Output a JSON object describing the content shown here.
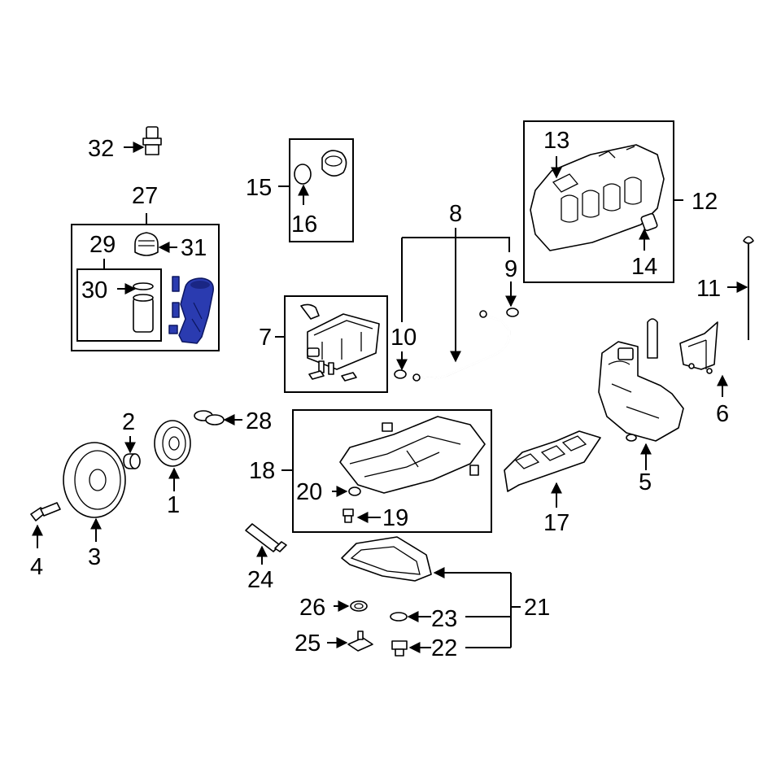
{
  "title": "",
  "callouts": {
    "c1": "1",
    "c2": "2",
    "c3": "3",
    "c4": "4",
    "c5": "5",
    "c6": "6",
    "c7": "7",
    "c8": "8",
    "c9": "9",
    "c10": "10",
    "c11": "11",
    "c12": "12",
    "c13": "13",
    "c14": "14",
    "c15": "15",
    "c16": "16",
    "c17": "17",
    "c18": "18",
    "c19": "19",
    "c20": "20",
    "c21": "21",
    "c22": "22",
    "c23": "23",
    "c24": "24",
    "c25": "25",
    "c26": "26",
    "c27": "27",
    "c28": "28",
    "c29": "29",
    "c30": "30",
    "c31": "31",
    "c32": "32"
  },
  "colors": {
    "highlight": "#2a3bb0",
    "line": "#000000",
    "background": "#ffffff"
  },
  "highlighted_part": "27"
}
